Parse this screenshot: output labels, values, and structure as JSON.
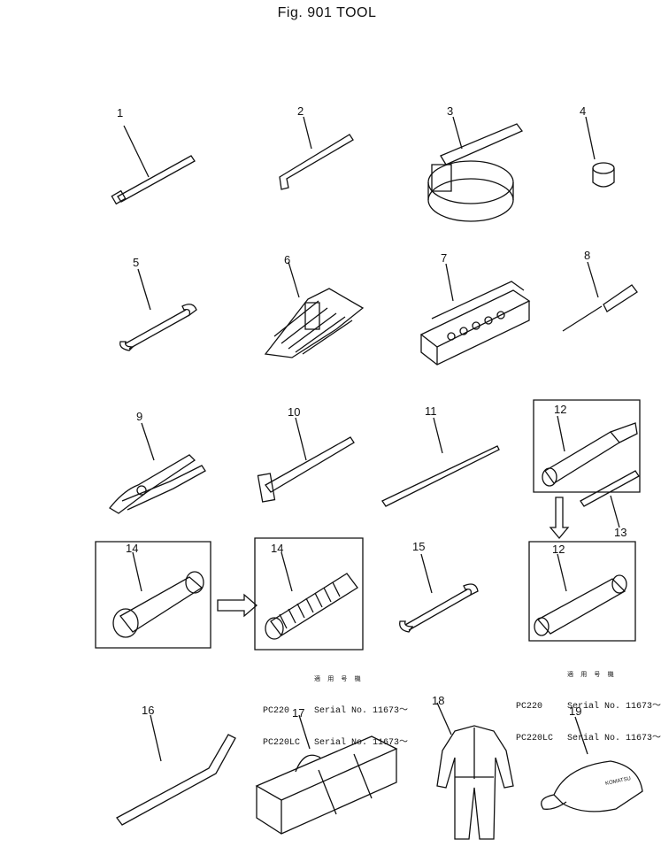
{
  "figure": {
    "title": "Fig. 901   TOOL"
  },
  "callouts": [
    {
      "id": "c1",
      "text": "1"
    },
    {
      "id": "c2",
      "text": "2"
    },
    {
      "id": "c3",
      "text": "3"
    },
    {
      "id": "c4",
      "text": "4"
    },
    {
      "id": "c5",
      "text": "5"
    },
    {
      "id": "c6",
      "text": "6"
    },
    {
      "id": "c7",
      "text": "7"
    },
    {
      "id": "c8",
      "text": "8"
    },
    {
      "id": "c9",
      "text": "9"
    },
    {
      "id": "c10",
      "text": "10"
    },
    {
      "id": "c11",
      "text": "11"
    },
    {
      "id": "c12a",
      "text": "12"
    },
    {
      "id": "c13",
      "text": "13"
    },
    {
      "id": "c14a",
      "text": "14"
    },
    {
      "id": "c14b",
      "text": "14"
    },
    {
      "id": "c15",
      "text": "15"
    },
    {
      "id": "c12b",
      "text": "12"
    },
    {
      "id": "c16",
      "text": "16"
    },
    {
      "id": "c17",
      "text": "17"
    },
    {
      "id": "c18",
      "text": "18"
    },
    {
      "id": "c19",
      "text": "19"
    }
  ],
  "applicability": [
    {
      "heading": "適 用 号 機",
      "rows": [
        {
          "model": "PC220",
          "serial": "Serial No. 11673～"
        },
        {
          "model": "PC220LC",
          "serial": "Serial No. 11673～"
        }
      ]
    },
    {
      "heading": "適 用 号 機",
      "rows": [
        {
          "model": "PC220",
          "serial": "Serial No. 11673～"
        },
        {
          "model": "PC220LC",
          "serial": "Serial No. 11673～"
        }
      ]
    }
  ],
  "cap_logo": "KOMATSU"
}
